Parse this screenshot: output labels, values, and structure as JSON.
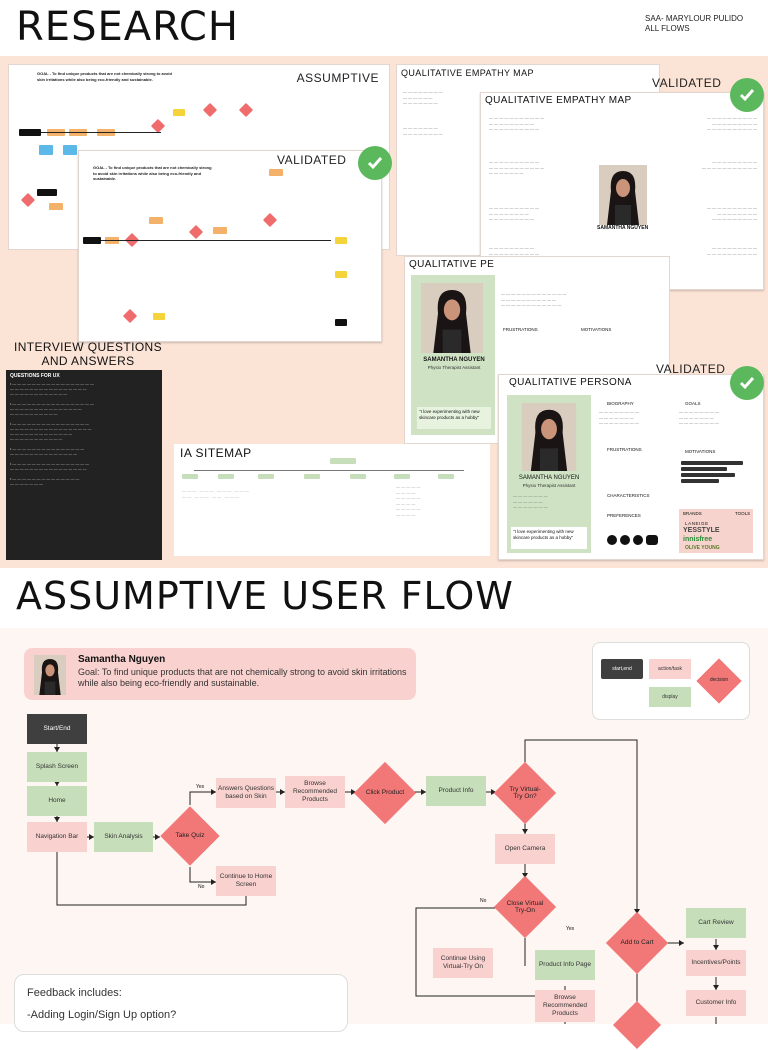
{
  "header": {
    "title": "RESEARCH",
    "author": "SAA- MARYLOUR PULIDO",
    "subtitle": "ALL FLOWS"
  },
  "research": {
    "assumptive_label": "ASSUMPTIVE",
    "validated_label": "VALIDATED",
    "goal_text": "GOAL - To find unique products that are not chemically strong to avoid skin irritations while also being eco-friendly and sustainable.",
    "empathy_title": "QUALITATIVE EMPATHY MAP",
    "empathy_title_2": "QUALITATIVE EMPATHY MAP",
    "empathy_validated": "VALIDATED",
    "persona_title_partial": "QUALITATIVE PE",
    "persona_title": "QUALITATIVE PERSONA",
    "persona_validated": "VALIDATED",
    "persona_name": "SAMANTHA NGUYEN",
    "persona_role": "Physio Therapist Assistant",
    "persona_quote": "\"I love experimenting with new skincare products as a hobby\"",
    "persona_section_biography": "BIOGRAPHY",
    "persona_section_goals": "GOALS",
    "persona_section_frustrations": "FRUSTRATIONS",
    "persona_section_motivations": "MOTIVATIONS",
    "persona_section_characteristics": "CHARACTERISTICS",
    "persona_section_preferences": "PREFERENCES",
    "persona_section_brands": "BRANDS",
    "persona_section_tools": "TOOLS",
    "empathy_person_label": "SAMANTHA NGUYEN",
    "brands": [
      "LANEIGE",
      "YESSTYLE",
      "innisfree",
      "OLIVE YOUNG"
    ],
    "interview_title_line1": "INTERVIEW QUESTIONS",
    "interview_title_line2": "AND ANSWERS",
    "interview_heading": "QUESTIONS FOR UX",
    "sitemap_title": "IA SITEMAP"
  },
  "flow_section": {
    "title": "ASSUMPTIVE USER FLOW",
    "persona_name": "Samantha Nguyen",
    "persona_goal": "Goal: To find unique products that are not chemically strong to avoid skin irritations while also being eco-friendly and sustainable.",
    "legend": {
      "start_end": "start,end",
      "action_task": "action/task",
      "decision": "decision",
      "display": "display"
    },
    "nodes": {
      "start_end": "Start/End",
      "splash": "Splash Screen",
      "home": "Home",
      "navbar": "Navigation Bar",
      "skin_analysis": "Skin Analysis",
      "take_quiz": "Take Quiz",
      "answers": "Answers Questions based on Skin",
      "continue_home": "Continue to Home Screen",
      "browse": "Browse Recommended Products",
      "click_product": "Click Product",
      "product_info": "Product Info",
      "try_virtual": "Try Virtual- Try On?",
      "open_camera": "Open Camera",
      "close_virtual": "Close Virtual Try-On",
      "continue_virtual": "Continue Using Virtual-Try On",
      "product_info_page": "Product Info Page",
      "browse_2": "Browse Recommended Products",
      "add_to_cart": "Add to Cart",
      "cart_review": "Cart Review",
      "incentives": "Incentives/Points",
      "customer_info": "Customer Info",
      "yes": "Yes",
      "no": "No",
      "yes_2": "Yes",
      "no_2": "No"
    },
    "feedback": {
      "heading": "Feedback includes:",
      "item1": "-Adding Login/Sign Up option?"
    }
  },
  "colors": {
    "peach": "#fbe3d6",
    "green_node": "#c6dfba",
    "pink_node": "#f9d2cf",
    "decision": "#f27777",
    "check": "#5cb85c"
  }
}
